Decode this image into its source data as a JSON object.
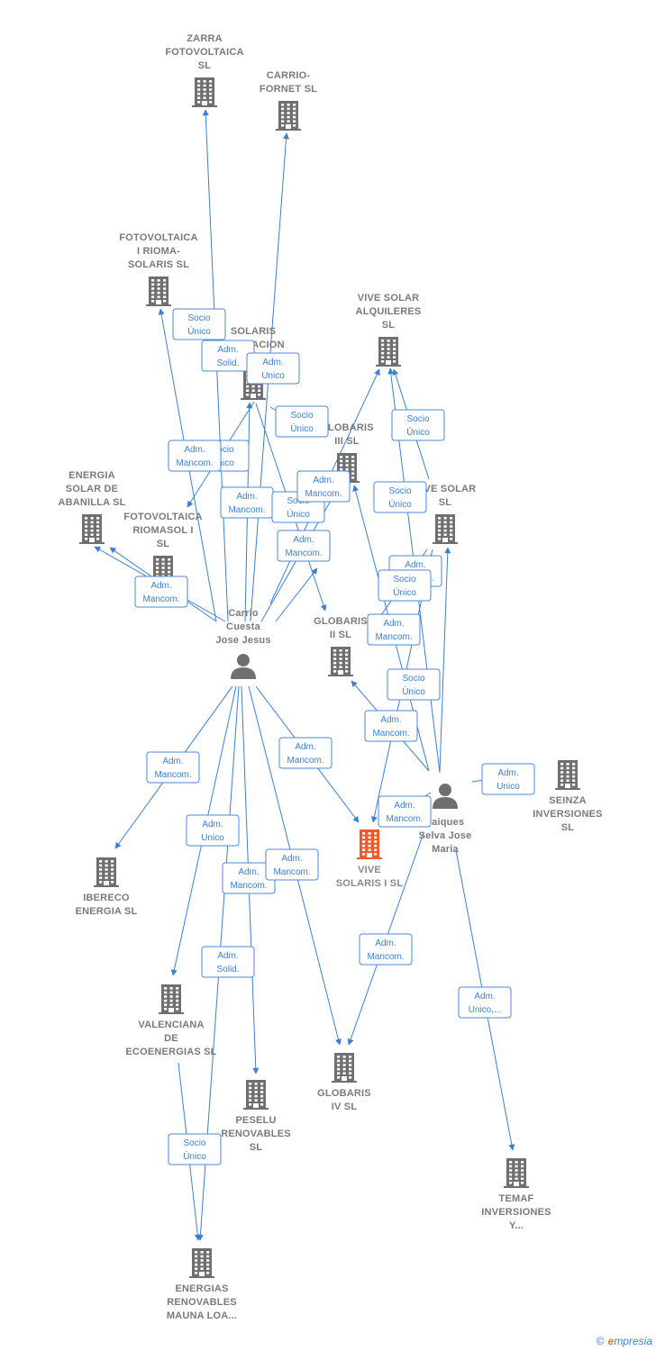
{
  "colors": {
    "building": "#6f6f6f",
    "focus": "#f05a2a",
    "person": "#6f6f6f",
    "edge": "#3b7fd4"
  },
  "nodes": [
    {
      "id": "zarra",
      "type": "company",
      "icon": "building-icon",
      "lines": [
        "ZARRA",
        "FOTOVOLTAICA",
        "SL"
      ]
    },
    {
      "id": "carrio_fornet",
      "type": "company",
      "icon": "building-icon",
      "lines": [
        "CARRIO-",
        "FORNET SL"
      ]
    },
    {
      "id": "riomasolaris",
      "type": "company",
      "icon": "building-icon",
      "lines": [
        "FOTOVOLTAICA",
        "I RIOMA-",
        "SOLARIS  SL"
      ]
    },
    {
      "id": "solaris_comp",
      "type": "company",
      "icon": "building-icon",
      "lines": [
        "SOLARIS",
        "...ENSACION",
        "G..."
      ]
    },
    {
      "id": "vive_alq",
      "type": "company",
      "icon": "building-icon",
      "lines": [
        "VIVE SOLAR",
        "ALQUILERES",
        "SL"
      ]
    },
    {
      "id": "globaris3",
      "type": "company",
      "icon": "building-icon",
      "lines": [
        "GLOBARIS",
        "III  SL"
      ]
    },
    {
      "id": "vive_solar",
      "type": "company",
      "icon": "building-icon",
      "lines": [
        "VIVE SOLAR",
        "SL"
      ]
    },
    {
      "id": "abanilla",
      "type": "company",
      "icon": "building-icon",
      "lines": [
        "ENERGIA",
        "SOLAR DE",
        "ABANILLA  SL"
      ]
    },
    {
      "id": "riomasol",
      "type": "company",
      "icon": "building-icon",
      "lines": [
        "FOTOVOLTAICA",
        "RIOMASOL I",
        "SL"
      ]
    },
    {
      "id": "carrio_person",
      "type": "person",
      "icon": "person-icon",
      "lines": [
        "Carrio",
        "Cuesta",
        "Jose Jesus"
      ]
    },
    {
      "id": "globaris2",
      "type": "company",
      "icon": "building-icon",
      "lines": [
        "GLOBARIS",
        "II  SL"
      ]
    },
    {
      "id": "seinza",
      "type": "company",
      "icon": "building-icon",
      "lines": [
        "SEINZA",
        "INVERSIONES",
        "SL"
      ]
    },
    {
      "id": "vive_solaris",
      "type": "focus",
      "icon": "building-icon",
      "lines": [
        "VIVE",
        "SOLARIS I  SL"
      ]
    },
    {
      "id": "jaiques_person",
      "type": "person",
      "icon": "person-icon",
      "lines": [
        "Jaiques",
        "Selva Jose",
        "Maria"
      ]
    },
    {
      "id": "ibereco",
      "type": "company",
      "icon": "building-icon",
      "lines": [
        "IBERECO",
        "ENERGIA  SL"
      ]
    },
    {
      "id": "valenciana",
      "type": "company",
      "icon": "building-icon",
      "lines": [
        "VALENCIANA",
        "DE",
        "ECOENERGIAS SL"
      ]
    },
    {
      "id": "globaris4",
      "type": "company",
      "icon": "building-icon",
      "lines": [
        "GLOBARIS",
        "IV  SL"
      ]
    },
    {
      "id": "peselu",
      "type": "company",
      "icon": "building-icon",
      "lines": [
        "PESELU",
        "RENOVABLES",
        "SL"
      ]
    },
    {
      "id": "temaf",
      "type": "company",
      "icon": "building-icon",
      "lines": [
        "TEMAF",
        "INVERSIONES",
        "Y..."
      ]
    },
    {
      "id": "mauna",
      "type": "company",
      "icon": "building-icon",
      "lines": [
        "ENERGIAS",
        "RENOVABLES",
        "MAUNA LOA..."
      ]
    }
  ],
  "edges": [
    {
      "from": "carrio_person",
      "to": "zarra",
      "lines": [
        "Adm.",
        "Solid."
      ]
    },
    {
      "from": "carrio_person",
      "to": "carrio_fornet",
      "lines": [
        "Adm.",
        "Unico"
      ]
    },
    {
      "from": "carrio_person",
      "to": "riomasolaris",
      "lines": [
        "Socio",
        "Único"
      ]
    },
    {
      "from": "carrio_person",
      "to": "solaris_comp",
      "lines": [
        "Adm.",
        "Mancom."
      ]
    },
    {
      "from": "solaris_comp",
      "to": "riomasol",
      "lines": [
        "Socio",
        "Único"
      ]
    },
    {
      "from": "solaris_comp",
      "to": "globaris3",
      "lines": [
        "Socio",
        "Único"
      ]
    },
    {
      "from": "solaris_comp",
      "to": "globaris2",
      "lines": [
        "Socio",
        "Único"
      ]
    },
    {
      "from": "carrio_person",
      "to": "globaris2",
      "lines": [
        "Adm.",
        "Mancom."
      ]
    },
    {
      "from": "carrio_person",
      "to": "vive_alq",
      "lines": [
        "Adm.",
        "Mancom."
      ]
    },
    {
      "from": "carrio_person",
      "to": "abanilla",
      "lines": [
        "Adm.",
        "Mancom."
      ]
    },
    {
      "from": "carrio_person",
      "to": "riomasol",
      "lines": [
        "Adm.",
        "Mancom."
      ]
    },
    {
      "from": "carrio_person",
      "to": "ibereco",
      "lines": [
        "Adm.",
        "Mancom."
      ]
    },
    {
      "from": "carrio_person",
      "to": "valenciana",
      "lines": [
        "Adm.",
        "Unico"
      ]
    },
    {
      "from": "carrio_person",
      "to": "vive_solaris",
      "lines": [
        "Adm.",
        "Mancom."
      ]
    },
    {
      "from": "carrio_person",
      "to": "peselu",
      "lines": [
        "Adm.",
        "Mancom."
      ]
    },
    {
      "from": "carrio_person",
      "to": "globaris4",
      "lines": [
        "Adm.",
        "Mancom."
      ]
    },
    {
      "from": "carrio_person",
      "to": "mauna",
      "lines": [
        "Adm.",
        "Solid."
      ]
    },
    {
      "from": "valenciana",
      "to": "mauna",
      "lines": [
        "Socio",
        "Único"
      ]
    },
    {
      "from": "jaiques_person",
      "to": "vive_alq",
      "lines": [
        "Socio",
        "Único"
      ]
    },
    {
      "from": "vive_solar",
      "to": "vive_alq",
      "lines": [
        "Socio",
        "Único"
      ]
    },
    {
      "from": "jaiques_person",
      "to": "globaris3",
      "lines": [
        "Adm.",
        "Mancom."
      ]
    },
    {
      "from": "jaiques_person",
      "to": "vive_solar",
      "lines": [
        "Adm.",
        "Mancom."
      ]
    },
    {
      "from": "vive_solar",
      "to": "globaris3",
      "lines": [
        "Socio",
        "Único"
      ]
    },
    {
      "from": "vive_solar",
      "to": "vive_solaris",
      "lines": [
        "Socio",
        "Único"
      ]
    },
    {
      "from": "jaiques_person",
      "to": "globaris2",
      "lines": [
        "Adm.",
        "Mancom."
      ]
    },
    {
      "from": "jaiques_person",
      "to": "vive_solaris",
      "lines": [
        "Adm.",
        "Mancom."
      ]
    },
    {
      "from": "jaiques_person",
      "to": "seinza",
      "lines": [
        "Adm.",
        "Unico"
      ]
    },
    {
      "from": "jaiques_person",
      "to": "globaris4",
      "lines": [
        "Adm.",
        "Mancom."
      ]
    },
    {
      "from": "jaiques_person",
      "to": "temaf",
      "lines": [
        "Adm.",
        "Unico,..."
      ]
    },
    {
      "from": "carrio_person",
      "to": "globaris3",
      "lines": [
        "Adm.",
        "Mancom."
      ]
    }
  ],
  "footer": {
    "copyright": "©",
    "brand_e": "e",
    "brand_rest": "mpresia"
  }
}
